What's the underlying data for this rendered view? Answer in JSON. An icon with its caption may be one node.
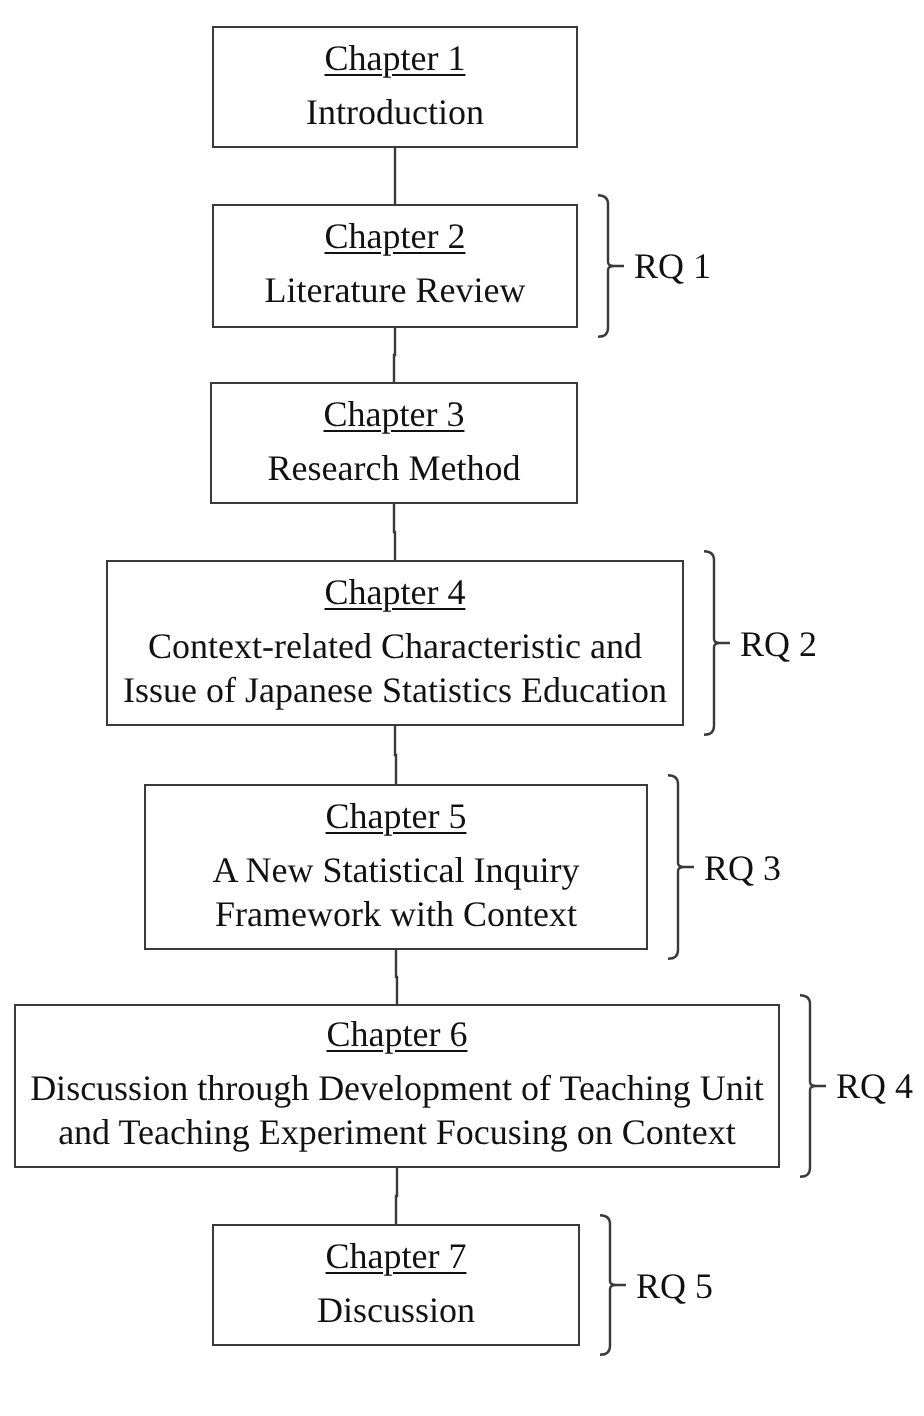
{
  "diagram": {
    "nodes": [
      {
        "text": [
          "Chapter 1",
          "Introduction"
        ]
      },
      {
        "text": [
          "Chapter 2",
          "Literature Review"
        ],
        "beside": [
          "RQ 1"
        ]
      },
      {
        "text": [
          "Chapter 3",
          "Research Method"
        ]
      },
      {
        "text": [
          "Chapter 4",
          "Context-related Characteristic and Issue of Japanese Statistics Education"
        ],
        "beside": [
          "RQ 2"
        ]
      },
      {
        "text": [
          "Chapter 5",
          "A New Statistical Inquiry Framework with Context"
        ],
        "beside": [
          "RQ 3"
        ]
      },
      {
        "text": [
          "Chapter 6",
          "Discussion through Development of Teaching Unit and Teaching Experiment Focusing on Context"
        ],
        "beside": [
          "RQ 4"
        ]
      },
      {
        "text": [
          "Chapter 7",
          "Discussion"
        ],
        "beside": [
          "RQ 5"
        ]
      }
    ],
    "edges": [
      {
        "from": 0,
        "to": 1,
        "arrow": "none"
      },
      {
        "from": 1,
        "to": 2,
        "arrow": "none"
      },
      {
        "from": 2,
        "to": 3,
        "arrow": "none"
      },
      {
        "from": 3,
        "to": 4,
        "arrow": "none"
      },
      {
        "from": 4,
        "to": 5,
        "arrow": "none"
      },
      {
        "from": 5,
        "to": 6,
        "arrow": "none"
      }
    ]
  }
}
